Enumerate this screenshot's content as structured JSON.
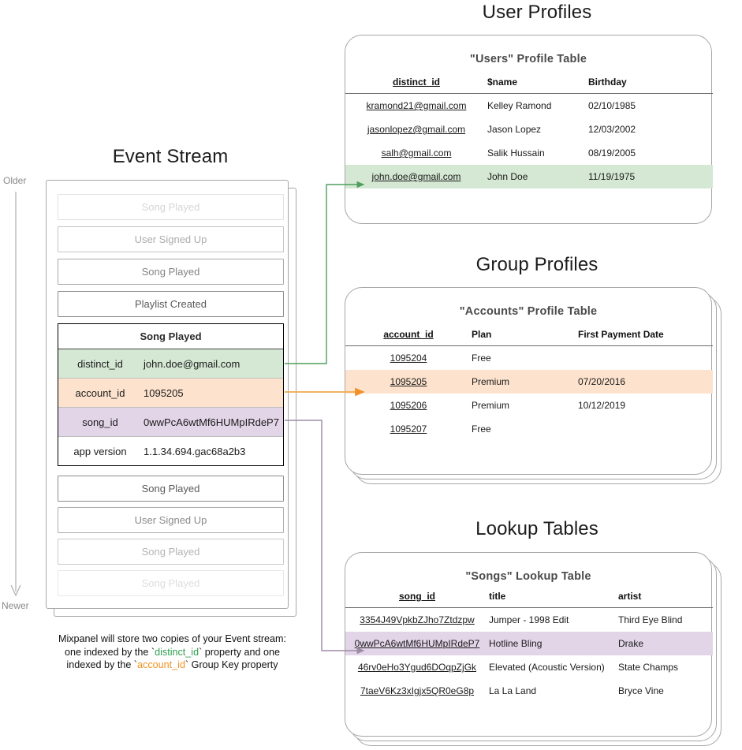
{
  "sections": {
    "event_stream_title": "Event Stream",
    "user_profiles_title": "User Profiles",
    "group_profiles_title": "Group Profiles",
    "lookup_tables_title": "Lookup Tables"
  },
  "axis": {
    "older": "Older",
    "newer": "Newer"
  },
  "event_stream": {
    "before_events": [
      {
        "label": "Song Played",
        "opacity": 0.25
      },
      {
        "label": "User Signed Up",
        "opacity": 0.5
      },
      {
        "label": "Song Played",
        "opacity": 0.75
      },
      {
        "label": "Playlist Created",
        "opacity": 1
      }
    ],
    "selected_event": {
      "name": "Song Played",
      "properties": [
        {
          "key": "distinct_id",
          "value": "john.doe@gmail.com",
          "highlight": "green"
        },
        {
          "key": "account_id",
          "value": "1095205",
          "highlight": "orange"
        },
        {
          "key": "song_id",
          "value": "0wwPcA6wtMf6HUMpIRdeP7",
          "highlight": "purple"
        },
        {
          "key": "app version",
          "value": "1.1.34.694.gac68a2b3",
          "highlight": "none"
        }
      ]
    },
    "after_events": [
      {
        "label": "Song Played",
        "opacity": 1
      },
      {
        "label": "User Signed Up",
        "opacity": 0.7
      },
      {
        "label": "Song Played",
        "opacity": 0.45
      },
      {
        "label": "Song Played",
        "opacity": 0.2
      }
    ]
  },
  "caption": {
    "line1_a": "Mixpanel will store two copies of your Event stream:",
    "line2_a": "one indexed by the `",
    "line2_token": "distinct_id",
    "line2_b": "` property and one",
    "line3_a": "indexed by the `",
    "line3_token": "account_id",
    "line3_b": "` Group Key property"
  },
  "users_table": {
    "title": "\"Users\" Profile Table",
    "columns": [
      "distinct_id",
      "$name",
      "Birthday"
    ],
    "rows": [
      {
        "cells": [
          "kramond21@gmail.com",
          "Kelley Ramond",
          "02/10/1985"
        ],
        "highlight": "none"
      },
      {
        "cells": [
          "jasonlopez@gmail.com",
          "Jason Lopez",
          "12/03/2002"
        ],
        "highlight": "none"
      },
      {
        "cells": [
          "salh@gmail.com",
          "Salik Hussain",
          "08/19/2005"
        ],
        "highlight": "none"
      },
      {
        "cells": [
          "john.doe@gmail.com",
          "John Doe",
          "11/19/1975"
        ],
        "highlight": "green"
      }
    ]
  },
  "accounts_table": {
    "title": "\"Accounts\" Profile Table",
    "columns": [
      "account_id",
      "Plan",
      "First Payment Date"
    ],
    "rows": [
      {
        "cells": [
          "1095204",
          "Free",
          ""
        ],
        "highlight": "none"
      },
      {
        "cells": [
          "1095205",
          "Premium",
          "07/20/2016"
        ],
        "highlight": "orange"
      },
      {
        "cells": [
          "1095206",
          "Premium",
          "10/12/2019"
        ],
        "highlight": "none"
      },
      {
        "cells": [
          "1095207",
          "Free",
          ""
        ],
        "highlight": "none"
      }
    ]
  },
  "songs_table": {
    "title": "\"Songs\" Lookup Table",
    "columns": [
      "song_id",
      "title",
      "artist"
    ],
    "rows": [
      {
        "cells": [
          "3354J49VpkbZJho7Ztdzpw",
          "Jumper - 1998 Edit",
          "Third Eye Blind"
        ],
        "highlight": "none"
      },
      {
        "cells": [
          "0wwPcA6wtMf6HUMpIRdeP7",
          "Hotline Bling",
          "Drake"
        ],
        "highlight": "purple"
      },
      {
        "cells": [
          "46rv0eHo3Ygud6DOqpZjGk",
          "Elevated (Acoustic Version)",
          "State Champs"
        ],
        "highlight": "none"
      },
      {
        "cells": [
          "7taeV6Kz3xIgjx5QR0eG8p",
          "La La Land",
          "Bryce Vine"
        ],
        "highlight": "none"
      }
    ]
  },
  "colors": {
    "green_fill": "#d5e8d4",
    "orange_fill": "#fde3cd",
    "purple_fill": "#e3d5e8",
    "green_line": "#4f9e5c",
    "orange_line": "#f0a94c",
    "purple_line": "#9e8aa5",
    "card_border": "#a6a6a6",
    "axis_gray": "#b3b3b3"
  }
}
